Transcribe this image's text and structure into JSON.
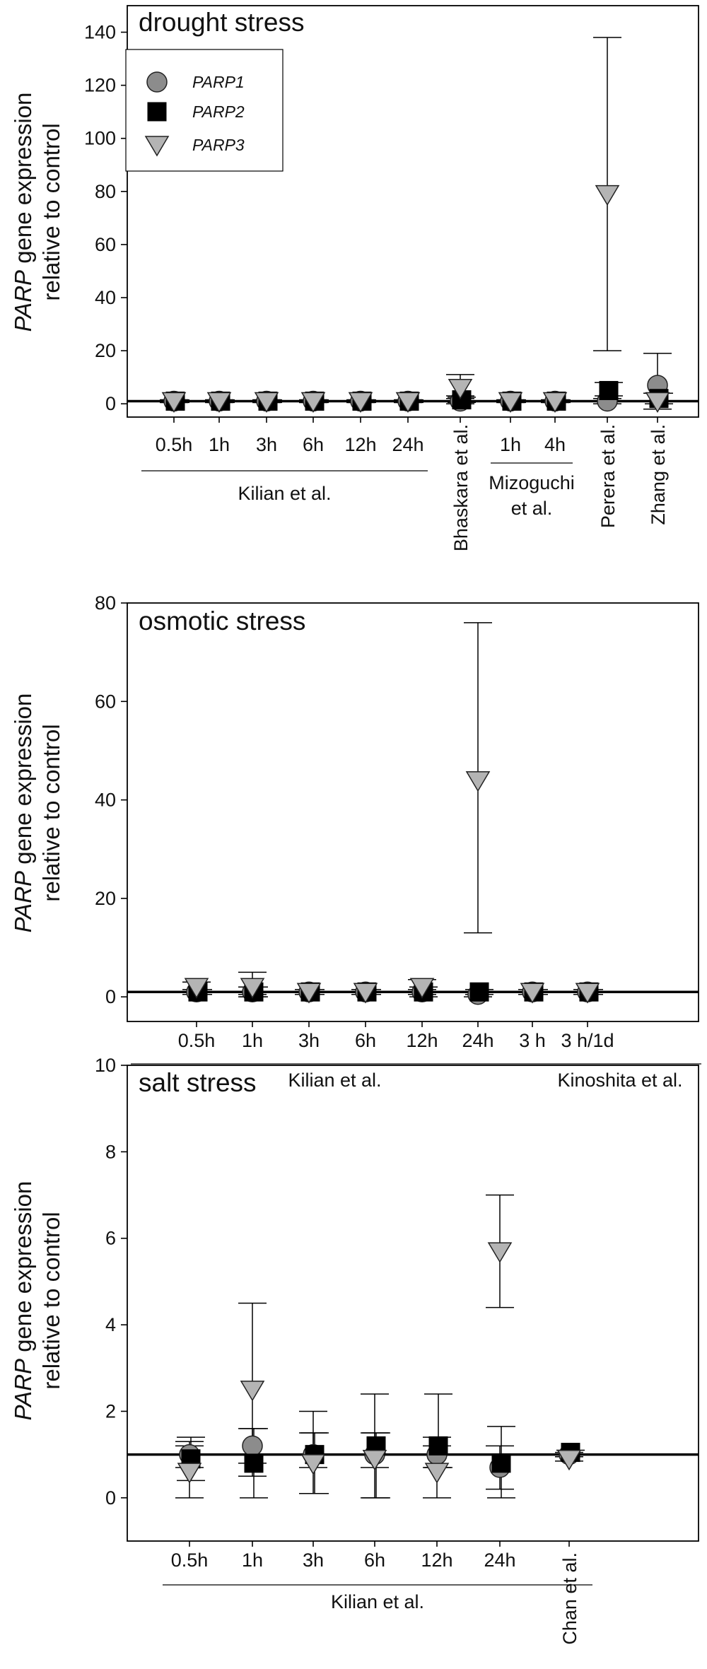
{
  "colors": {
    "PARP1": "#8c8c8c",
    "PARP2": "#000000",
    "PARP3": "#b4b4b4",
    "axis": "#000000",
    "control_line": "#000000"
  },
  "legend": {
    "placement": "top-left",
    "entries": [
      {
        "series": "PARP1",
        "label": "PARP1",
        "marker": "circle"
      },
      {
        "series": "PARP2",
        "label": "PARP2",
        "marker": "square"
      },
      {
        "series": "PARP3",
        "label": "PARP3",
        "marker": "triangle-down"
      }
    ]
  },
  "chart_data": [
    {
      "type": "scatter",
      "title": "drought stress",
      "ylabel_italic": "PARP",
      "ylabel_rest": " gene expression",
      "ylabel_line2": "relative to control",
      "ylim": [
        -5,
        150
      ],
      "yticks": [
        0,
        20,
        40,
        60,
        80,
        100,
        120,
        140
      ],
      "reference_line": 1,
      "categories": [
        "0.5h",
        "1h",
        "3h",
        "6h",
        "12h",
        "24h",
        "Bhaskara et al.",
        "1h",
        "4h",
        "Perera et al.",
        "Zhang et al."
      ],
      "rotated_categories": [
        6,
        9,
        10
      ],
      "groups": [
        {
          "label": "Kilian et al.",
          "from": 0,
          "to": 5
        },
        {
          "label": "Mizoguchi et al.",
          "label_line2": "et al.",
          "label_line1": "Mizoguchi",
          "from": 7,
          "to": 8
        }
      ],
      "series": [
        {
          "name": "PARP1",
          "values": [
            1,
            1,
            1,
            1,
            1,
            1,
            1,
            1,
            1,
            1,
            7
          ],
          "err_low": [
            0.5,
            0.5,
            0.5,
            0.5,
            0.5,
            0.5,
            1,
            0.5,
            0.5,
            1,
            6
          ],
          "err_high": [
            0.5,
            0.5,
            0.5,
            0.5,
            0.5,
            0.5,
            1,
            0.5,
            0.5,
            1,
            12
          ]
        },
        {
          "name": "PARP2",
          "values": [
            1,
            1,
            1,
            1,
            1,
            1,
            1.5,
            1,
            1,
            5,
            2
          ],
          "err_low": [
            0.5,
            0.5,
            0.5,
            0.5,
            0.5,
            0.5,
            1,
            0.5,
            0.5,
            2,
            2
          ],
          "err_high": [
            0.5,
            0.5,
            0.5,
            0.5,
            0.5,
            0.5,
            1,
            0.5,
            0.5,
            3,
            2
          ]
        },
        {
          "name": "PARP3",
          "values": [
            1,
            1,
            1,
            1,
            1,
            1,
            6,
            1,
            1,
            79,
            1
          ],
          "err_low": [
            0.5,
            0.5,
            0.5,
            0.5,
            0.5,
            0.5,
            3,
            0.5,
            0.5,
            59,
            3
          ],
          "err_high": [
            0.5,
            0.5,
            0.5,
            0.5,
            0.5,
            0.5,
            5,
            0.5,
            0.5,
            59,
            3
          ]
        }
      ]
    },
    {
      "type": "scatter",
      "title": "osmotic stress",
      "ylabel_italic": "PARP",
      "ylabel_rest": " gene expression",
      "ylabel_line2": "relative to control",
      "ylim": [
        -5,
        80
      ],
      "yticks": [
        0,
        20,
        40,
        60,
        80
      ],
      "reference_line": 1,
      "categories": [
        "0.5h",
        "1h",
        "3h",
        "6h",
        "12h",
        "24h",
        "3 h",
        "3 h/1d"
      ],
      "rotated_categories": [],
      "groups": [
        {
          "label": "Kilian et al.",
          "from": 0,
          "to": 5
        },
        {
          "label": "Kinoshita et al.",
          "from": 6,
          "to": 7
        }
      ],
      "series": [
        {
          "name": "PARP1",
          "values": [
            1,
            1,
            1,
            1,
            1,
            0.5,
            1,
            1
          ],
          "err_low": [
            0.5,
            1,
            0.5,
            0.5,
            0.5,
            0.5,
            0.5,
            0.5
          ],
          "err_high": [
            0.5,
            1,
            0.5,
            0.5,
            0.5,
            0.5,
            0.5,
            0.5
          ]
        },
        {
          "name": "PARP2",
          "values": [
            1,
            1,
            1,
            1,
            1,
            1,
            1,
            1
          ],
          "err_low": [
            0.5,
            1,
            0.5,
            0.5,
            1,
            0.5,
            0.5,
            0.5
          ],
          "err_high": [
            0.5,
            1,
            0.5,
            0.5,
            1,
            0.5,
            0.5,
            0.5
          ]
        },
        {
          "name": "PARP3",
          "values": [
            2,
            2,
            1,
            1,
            2,
            44,
            1,
            1
          ],
          "err_low": [
            1,
            1.5,
            0.5,
            0.5,
            1,
            31,
            0.5,
            0.5
          ],
          "err_high": [
            1,
            3,
            0.5,
            0.5,
            1.5,
            32,
            0.5,
            0.5
          ]
        }
      ]
    },
    {
      "type": "scatter",
      "title": "salt stress",
      "ylabel_italic": "PARP",
      "ylabel_rest": " gene expression",
      "ylabel_line2": "relative to control",
      "ylim": [
        -1,
        10
      ],
      "yticks": [
        0,
        2,
        4,
        6,
        8,
        10
      ],
      "reference_line": 1,
      "categories": [
        "0.5h",
        "1h",
        "3h",
        "6h",
        "12h",
        "24h",
        "Chan et al."
      ],
      "rotated_categories": [
        6
      ],
      "groups": [
        {
          "label": "Kilian et al.",
          "from": 0,
          "to": 5
        }
      ],
      "series": [
        {
          "name": "PARP1",
          "values": [
            1.0,
            1.2,
            1.0,
            1.0,
            1.0,
            0.7,
            1.0
          ],
          "err_low": [
            0.3,
            0.4,
            0.3,
            0.3,
            0.3,
            0.5,
            0.05
          ],
          "err_high": [
            0.3,
            0.4,
            0.5,
            0.5,
            0.4,
            0.5,
            0.05
          ]
        },
        {
          "name": "PARP2",
          "values": [
            0.9,
            0.8,
            1.0,
            1.2,
            1.2,
            0.8,
            1.05
          ],
          "err_low": [
            0.5,
            0.8,
            0.9,
            1.2,
            0.5,
            0.8,
            0.05
          ],
          "err_high": [
            0.5,
            0.8,
            0.5,
            0.3,
            1.2,
            0.85,
            0.05
          ]
        },
        {
          "name": "PARP3",
          "values": [
            0.6,
            2.5,
            0.8,
            0.9,
            0.6,
            5.7,
            0.9
          ],
          "err_low": [
            0.6,
            2.0,
            0.7,
            0.9,
            0.6,
            1.3,
            0.05
          ],
          "err_high": [
            0.6,
            2.0,
            1.2,
            1.5,
            0.6,
            1.3,
            0.05
          ]
        }
      ]
    }
  ]
}
